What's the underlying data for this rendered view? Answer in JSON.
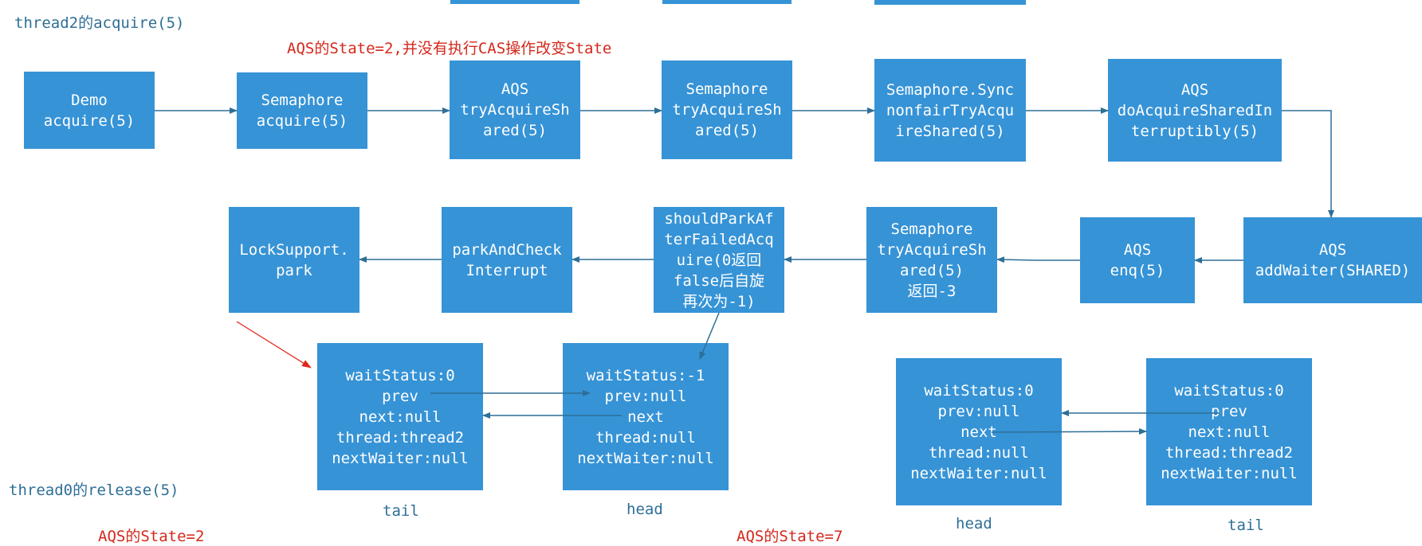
{
  "labels": {
    "thread2_acquire": "thread2的acquire(5)",
    "aqs_state_note": "AQS的State=2,并没有执行CAS操作改变State",
    "thread0_release": "thread0的release(5)",
    "aqs_state_2": "AQS的State=2",
    "aqs_state_7": "AQS的State=7"
  },
  "flow_row1": [
    {
      "id": "demo",
      "lines": [
        "Demo",
        "acquire(5)"
      ]
    },
    {
      "id": "semaphore-acquire",
      "lines": [
        "Semaphore",
        "acquire(5)"
      ]
    },
    {
      "id": "aqs-try",
      "lines": [
        "AQS",
        "tryAcquireSh",
        "ared(5)"
      ]
    },
    {
      "id": "semaphore-try",
      "lines": [
        "Semaphore",
        "tryAcquireSh",
        "ared(5)"
      ]
    },
    {
      "id": "sync-nonfair",
      "lines": [
        "Semaphore.Sync",
        "nonfairTryAcqu",
        "ireShared(5)"
      ]
    },
    {
      "id": "aqs-doacquire",
      "lines": [
        "AQS",
        "doAcquireSharedIn",
        "terruptibly(5)"
      ]
    }
  ],
  "flow_row2": [
    {
      "id": "locksupport-park",
      "lines": [
        "LockSupport.",
        "park"
      ]
    },
    {
      "id": "park-check",
      "lines": [
        "parkAndCheck",
        "Interrupt"
      ]
    },
    {
      "id": "should-park",
      "lines": [
        "shouldParkAf",
        "terFailedAcq",
        "uire(0返回",
        "false后自旋",
        "再次为-1)"
      ]
    },
    {
      "id": "semaphore-try-2",
      "lines": [
        "Semaphore",
        "tryAcquireSh",
        "ared(5)",
        "返回-3"
      ]
    },
    {
      "id": "aqs-enq",
      "lines": [
        "AQS",
        "enq(5)"
      ]
    },
    {
      "id": "aqs-addwaiter",
      "lines": [
        "AQS",
        "addWaiter(SHARED)"
      ]
    }
  ],
  "nodes_left": [
    {
      "id": "tail-node",
      "lines": [
        "waitStatus:0",
        "prev",
        "next:null",
        "thread:thread2",
        "nextWaiter:null"
      ],
      "caption": "tail"
    },
    {
      "id": "head-node",
      "lines": [
        "waitStatus:-1",
        "prev:null",
        "next",
        "thread:null",
        "nextWaiter:null"
      ],
      "caption": "head"
    }
  ],
  "nodes_right": [
    {
      "id": "head-node-2",
      "lines": [
        "waitStatus:0",
        "prev:null",
        "next",
        "thread:null",
        "nextWaiter:null"
      ],
      "caption": "head"
    },
    {
      "id": "tail-node-2",
      "lines": [
        "waitStatus:0",
        "prev",
        "next:null",
        "thread:thread2",
        "nextWaiter:null"
      ],
      "caption": "tail"
    }
  ],
  "colors": {
    "box": "#3693d6",
    "arrow": "#2e6f96",
    "note": "#d4281c"
  }
}
